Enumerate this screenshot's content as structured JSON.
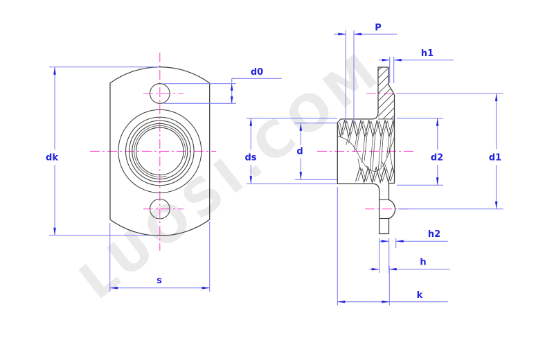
{
  "drawing": {
    "title": "weld-nut-technical-drawing",
    "watermark": "LUOSI.COM",
    "dimensions": {
      "dk": "dk",
      "s": "s",
      "d0": "d0",
      "ds": "ds",
      "d": "d",
      "P": "P",
      "h1": "h1",
      "d2": "d2",
      "d1": "d1",
      "h2": "h2",
      "h": "h",
      "k": "k"
    },
    "colors": {
      "background": "#ffffff",
      "outline": "#3c3c3c",
      "dimension_text": "#2323dd",
      "dimension_line": "#8282f2",
      "centerline": "#ff4fd1",
      "watermark": "#eaeaea"
    }
  }
}
